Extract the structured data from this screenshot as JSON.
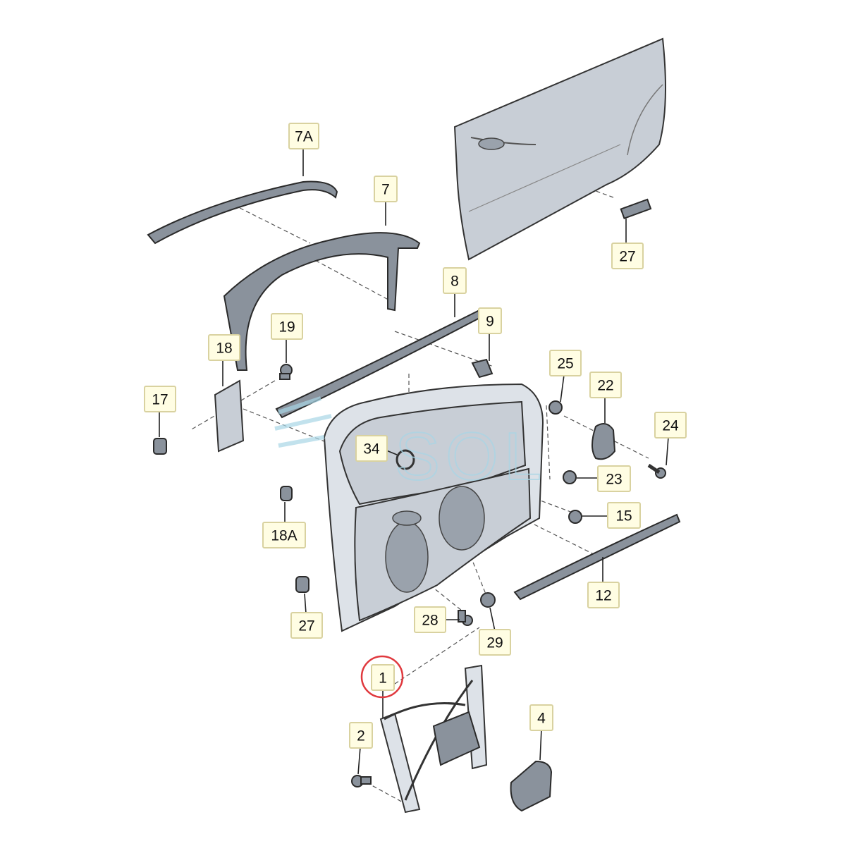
{
  "watermark": "SOL",
  "colors": {
    "callout_fill": "#fffde3",
    "callout_border": "#d9d2a0",
    "highlight_circle": "#e0393e",
    "part_fill": "#c8ced6"
  },
  "callouts": {
    "c7A": "7A",
    "c7": "7",
    "c8": "8",
    "c9": "9",
    "c27_top": "27",
    "c19": "19",
    "c18": "18",
    "c17": "17",
    "c25": "25",
    "c22": "22",
    "c24": "24",
    "c34": "34",
    "c23": "23",
    "c15": "15",
    "c18A": "18A",
    "c12": "12",
    "c27_bottom": "27",
    "c28": "28",
    "c29": "29",
    "c1": "1",
    "c2": "2",
    "c4": "4"
  },
  "highlighted_part": "1"
}
